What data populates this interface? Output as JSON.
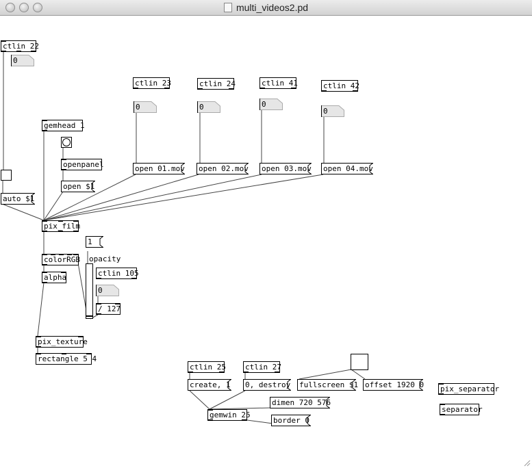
{
  "window": {
    "title": "multi_videos2.pd"
  },
  "objects": {
    "ctlin22": "ctlin 22",
    "ctlin23": "ctlin 23",
    "ctlin24": "ctlin 24",
    "ctlin41": "ctlin 41",
    "ctlin42": "ctlin 42",
    "gemhead": "gemhead 1",
    "openpanel": "openpanel",
    "pix_film": "pix_film",
    "colorRGB": "colorRGB",
    "alpha": "alpha",
    "ctlin105": "ctlin 105",
    "div127": "/ 127",
    "pix_texture": "pix_texture",
    "rectangle": "rectangle 5 4",
    "ctlin25": "ctlin 25",
    "ctlin27": "ctlin 27",
    "gemwin": "gemwin 25",
    "pix_separator": "pix_separator",
    "separator": "separator"
  },
  "messages": {
    "auto": "auto $1",
    "open_dollar": "open $1",
    "open01": "open 01.mov",
    "open02": "open 02.mov",
    "open03": "open 03.mov",
    "open04": "open 04.mov",
    "one": "1",
    "create": "create, 1",
    "destroy": "0, destroy",
    "dimen": "dimen 720 576",
    "border": "border 0",
    "fullscreen": "fullscreen $1",
    "offset": "offset 1920 0"
  },
  "numbers": {
    "n22": "0",
    "n23": "0",
    "n24": "0",
    "n41": "0",
    "n42": "0",
    "n105": "0"
  },
  "labels": {
    "opacity": "opacity"
  },
  "slider": {
    "opacity_value": 0.02
  }
}
